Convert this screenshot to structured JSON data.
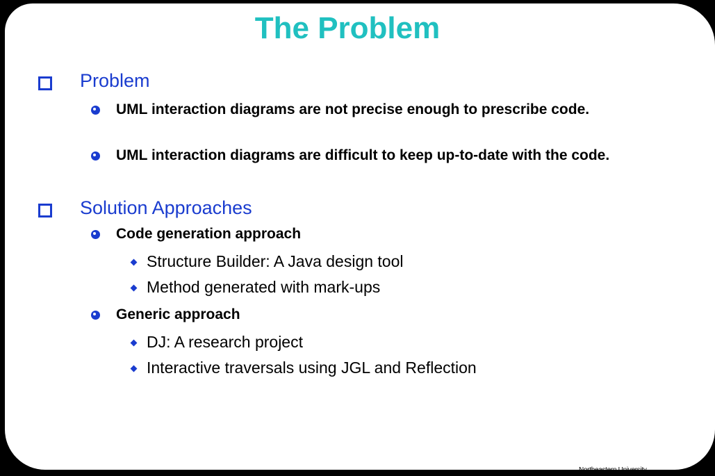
{
  "slide": {
    "title": "The Problem",
    "footer": "Northeastern University",
    "colors": {
      "title": "#20c0c0",
      "heading": "#1a3ccf",
      "bullet": "#1a3ccf",
      "background": "#000000",
      "panel": "#ffffff"
    }
  },
  "sections": [
    {
      "heading": "Problem",
      "icon": "hollow-square-bullet",
      "items": [
        {
          "text": "UML interaction diagrams are not precise enough to prescribe code.",
          "icon": "circle-bullet"
        },
        {
          "text": "UML interaction diagrams are difficult to keep up-to-date with the code.",
          "icon": "circle-bullet"
        }
      ]
    },
    {
      "heading": "Solution Approaches",
      "icon": "hollow-square-bullet",
      "items": [
        {
          "text": "Code generation approach",
          "icon": "circle-bullet",
          "subitems": [
            {
              "text": "Structure Builder: A Java design tool",
              "icon": "diamond-bullet"
            },
            {
              "text": "Method generated with mark-ups",
              "icon": "diamond-bullet"
            }
          ]
        },
        {
          "text": "Generic approach",
          "icon": "circle-bullet",
          "subitems": [
            {
              "text": "DJ: A research project",
              "icon": "diamond-bullet"
            },
            {
              "text": "Interactive traversals using JGL and Reflection",
              "icon": "diamond-bullet"
            }
          ]
        }
      ]
    }
  ]
}
